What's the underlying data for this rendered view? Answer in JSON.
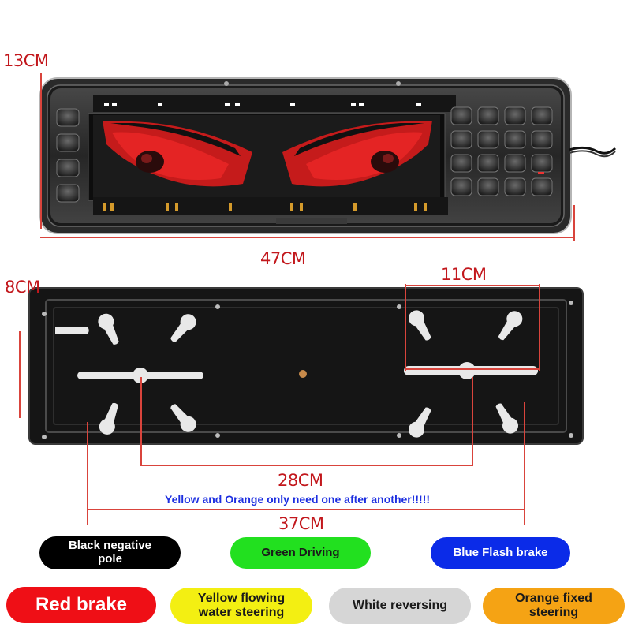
{
  "dimensions": {
    "height_top": "13CM",
    "length_top": "47CM",
    "height_bottom": "8CM",
    "width_slot": "11CM",
    "spacing_inner": "28CM",
    "spacing_outer": "37CM"
  },
  "note": "Yellow and Orange only need one after another!!!!!",
  "legend": {
    "black": {
      "line1": "Black negative",
      "line2": "pole",
      "color": "#000000",
      "text_color": "#ffffff"
    },
    "green": {
      "label": "Green Driving",
      "color": "#22e01f",
      "text_color": "#1a1a1a"
    },
    "blue": {
      "label": "Blue Flash brake",
      "color": "#0b2be8",
      "text_color": "#ffffff"
    },
    "red": {
      "label": "Red brake",
      "color": "#ef0f16",
      "text_color": "#ffffff"
    },
    "yellow": {
      "line1": "Yellow flowing",
      "line2": "water steering",
      "color": "#f3ef12",
      "text_color": "#1a1a1a"
    },
    "white": {
      "label": "White reversing",
      "color": "#d6d6d6",
      "text_color": "#1a1a1a"
    },
    "orange": {
      "line1": "Orange fixed",
      "line2": "steering",
      "color": "#f5a314",
      "text_color": "#1a1a1a"
    }
  }
}
